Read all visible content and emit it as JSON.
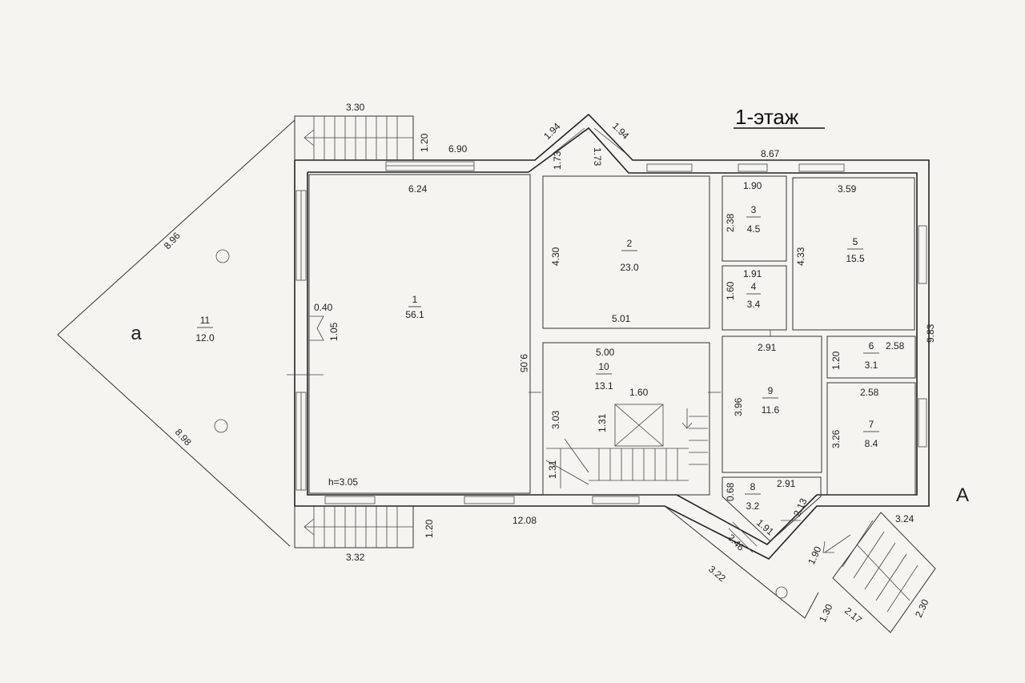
{
  "title": "1-этаж",
  "labels": {
    "section_left": "a",
    "section_right": "A",
    "height": "h=3.05"
  },
  "rooms": [
    {
      "num": "1",
      "area": "56.1"
    },
    {
      "num": "2",
      "area": "23.0"
    },
    {
      "num": "3",
      "area": "4.5"
    },
    {
      "num": "4",
      "area": "3.4"
    },
    {
      "num": "5",
      "area": "15.5"
    },
    {
      "num": "6",
      "area": "3.1"
    },
    {
      "num": "7",
      "area": "8.4"
    },
    {
      "num": "8",
      "area": "3.2"
    },
    {
      "num": "9",
      "area": "11.6"
    },
    {
      "num": "10",
      "area": "13.1"
    },
    {
      "num": "11",
      "area": "12.0"
    }
  ],
  "dimensions": {
    "stair_top_w": "3.30",
    "stair_top_h": "1.20",
    "top_left_wall": "6.90",
    "room1_w": "6.24",
    "bay_out_l": "1.94",
    "bay_out_r": "1.94",
    "bay_in_l": "1.73",
    "bay_in_r": "1.73",
    "top_right_wall": "8.67",
    "room3_w": "1.90",
    "room5_w": "3.59",
    "room3_h": "2.38",
    "room4_w": "1.91",
    "room4_h": "1.60",
    "room5_h": "4.33",
    "room2_h": "4.30",
    "room2_w": "5.01",
    "room1_h": "9.05",
    "terrace_top": "8.96",
    "terrace_bottom": "8.98",
    "niche_w": "0.40",
    "niche_h": "1.05",
    "room10_w": "5.00",
    "void_w": "1.60",
    "room10_h": "3.03",
    "stair_h": "1.31",
    "stair_low": "1.31",
    "room9_w": "2.91",
    "room9_h": "3.96",
    "room6_h": "1.20",
    "room6_w": "2.58",
    "room7_w": "2.58",
    "room7_h": "3.26",
    "right_wall": "9.83",
    "room8_h": "0.68",
    "room8_w": "2.91",
    "room8_d1": "2.13",
    "room8_d2": "1.91",
    "bottom_wall": "12.08",
    "stair_bot_h": "1.20",
    "stair_bot_w": "3.32",
    "entry_d1": "2.46",
    "entry_d2": "1.90",
    "entry_diag": "3.22",
    "porch_w": "3.24",
    "porch_a": "1.30",
    "porch_b": "2.17",
    "porch_c": "2.30"
  }
}
